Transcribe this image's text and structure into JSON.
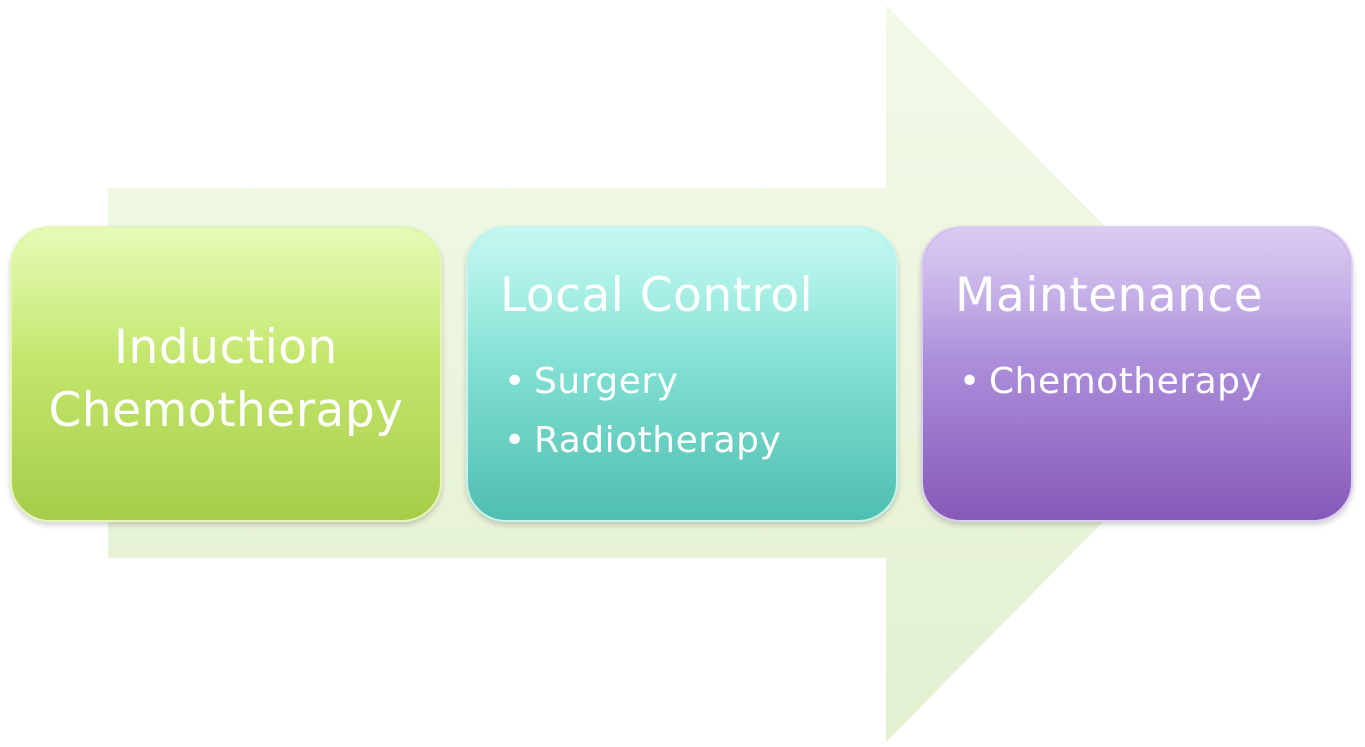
{
  "colors": {
    "arrow_fill": "#eaf5dc",
    "induction": "#b4da5b",
    "local_control": "#6ccfc2",
    "maintenance": "#9c79cc",
    "text": "#ffffff"
  },
  "stages": [
    {
      "title_lines": [
        "Induction",
        "Chemotherapy"
      ],
      "items": []
    },
    {
      "title": "Local Control",
      "items": [
        "Surgery",
        "Radiotherapy"
      ]
    },
    {
      "title": "Maintenance",
      "items": [
        "Chemotherapy"
      ]
    }
  ]
}
